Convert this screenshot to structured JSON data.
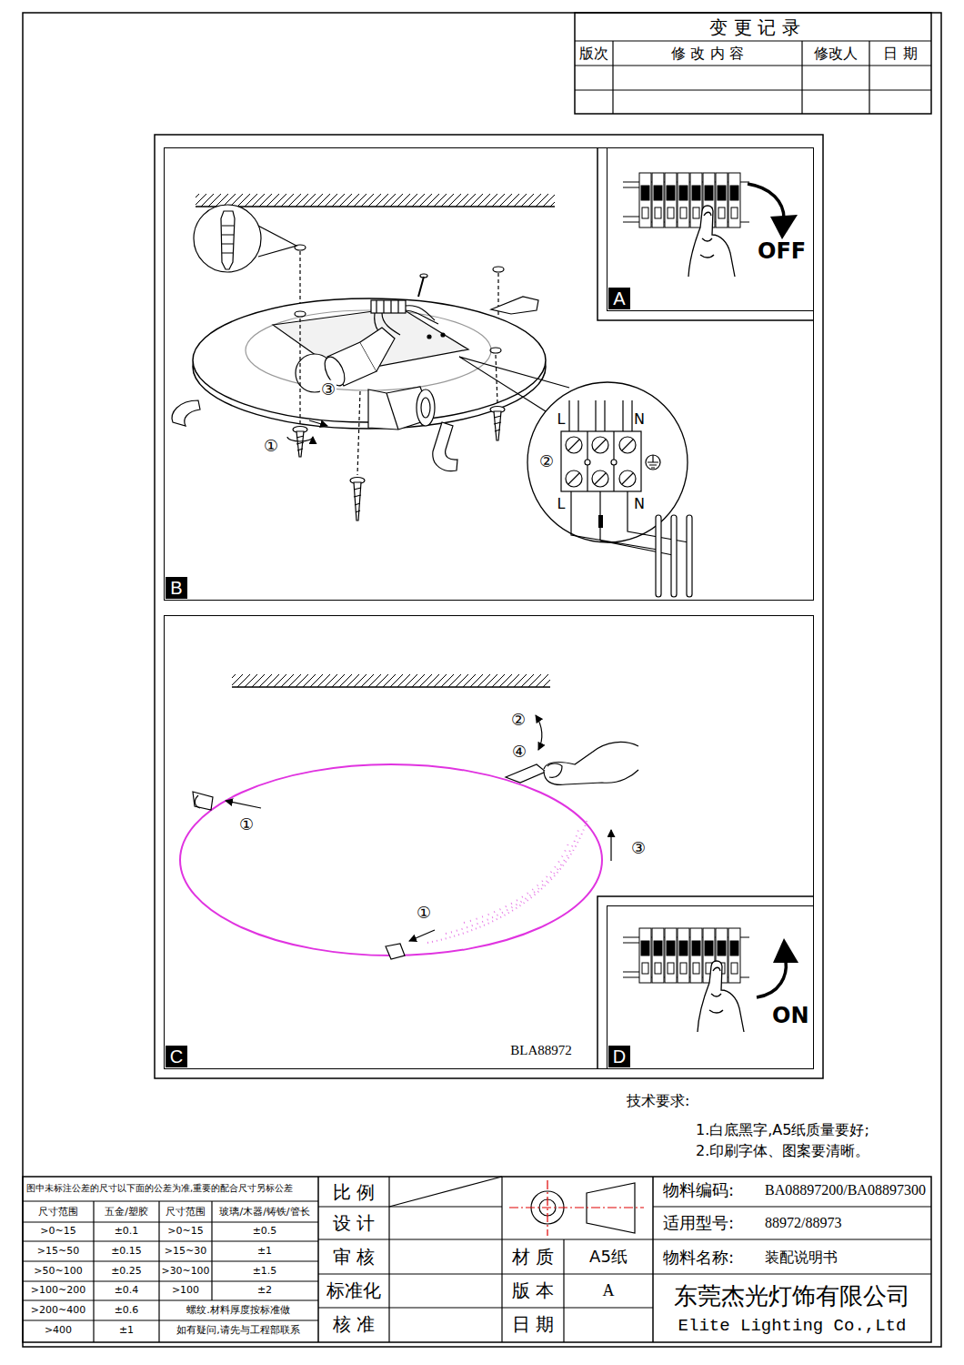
{
  "diagram": {
    "nodes": [
      {
        "text": [
          "A"
        ]
      },
      {
        "text": [
          "B"
        ]
      },
      {
        "text": [
          "C"
        ]
      },
      {
        "text": [
          "D"
        ]
      }
    ],
    "labels": [
      "变 更 记 录",
      "版次",
      "修 改 内 容",
      "修改人",
      "日 期",
      "OFF",
      "③",
      "①",
      "②",
      "L",
      "N",
      "L",
      "N",
      "②",
      "④",
      "③",
      "①",
      "①",
      "BLA88972",
      "ON",
      "技术要求:",
      "1.白底黑字,A5纸质量要好;",
      "2.印刷字体、图案要清晰。",
      "图中未标注公差的尺寸以下面的公差为准,重要的配合尺寸另标公差",
      "尺寸范围",
      "五金/塑胶",
      "尺寸范围",
      "玻璃/木器/铸铁/管长",
      ">0~15",
      "±0.1",
      ">0~15",
      "±0.5",
      ">15~50",
      "±0.15",
      ">15~30",
      "±1",
      ">50~100",
      "±0.25",
      ">30~100",
      "±1.5",
      ">100~200",
      "±0.4",
      ">100",
      "±2",
      ">200~400",
      "±0.6",
      "螺纹.材料厚度按标准做",
      ">400",
      "±1",
      "如有疑问,请先与工程部联系",
      "比 例",
      "设 计",
      "审 核",
      "标准化",
      "核 准",
      "材 质",
      "A5纸",
      "版 本",
      "A",
      "日 期",
      "物料编码:",
      "BA08897200/BA08897300",
      "适用型号:",
      "88972/88973",
      "物料名称:",
      "装配说明书",
      "东莞杰光灯饰有限公司",
      "Elite Lighting Co.,Ltd"
    ]
  }
}
